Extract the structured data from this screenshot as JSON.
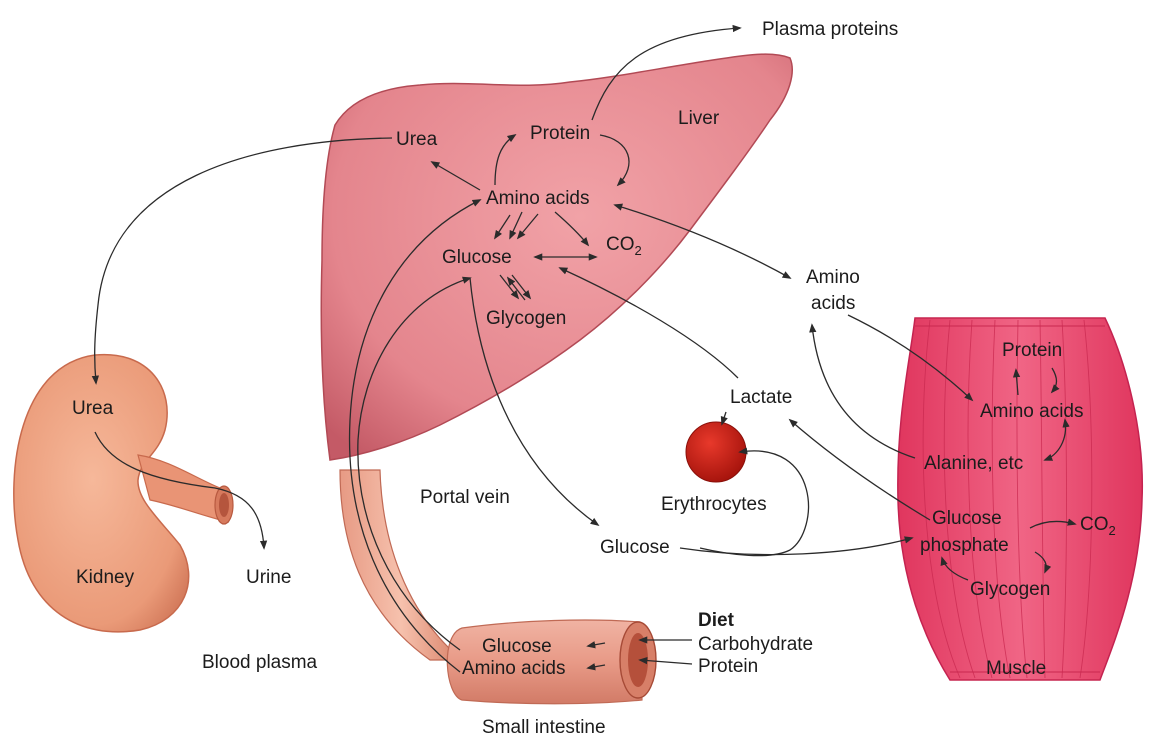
{
  "liver": {
    "name": "Liver",
    "urea": "Urea",
    "protein": "Protein",
    "amino_acids": "Amino acids",
    "glucose": "Glucose",
    "co2_main": "CO",
    "co2_sub": "2",
    "glycogen": "Glycogen"
  },
  "plasma_proteins": "Plasma proteins",
  "blood": {
    "amino_line1": "Amino",
    "amino_line2": "acids",
    "lactate": "Lactate",
    "erythrocytes": "Erythrocytes",
    "glucose": "Glucose",
    "portal_vein": "Portal vein",
    "blood_plasma": "Blood plasma"
  },
  "kidney": {
    "urea": "Urea",
    "name": "Kidney",
    "urine": "Urine"
  },
  "intestine": {
    "glucose": "Glucose",
    "amino_acids": "Amino acids",
    "name": "Small intestine"
  },
  "diet": {
    "title": "Diet",
    "carbohydrate": "Carbohydrate",
    "protein": "Protein"
  },
  "muscle": {
    "protein": "Protein",
    "amino_acids": "Amino acids",
    "alanine": "Alanine, etc",
    "glucose_line1": "Glucose",
    "glucose_line2": "phosphate",
    "co2_main": "CO",
    "co2_sub": "2",
    "glycogen": "Glycogen",
    "name": "Muscle"
  },
  "colors": {
    "liver_fill": "#e98a8f",
    "liver_edge": "#b24a55",
    "kidney_fill": "#eea07e",
    "muscle_fill": "#ec4f72",
    "erythrocyte_fill": "#cc1c14",
    "intestine_fill": "#ea9e8c"
  }
}
